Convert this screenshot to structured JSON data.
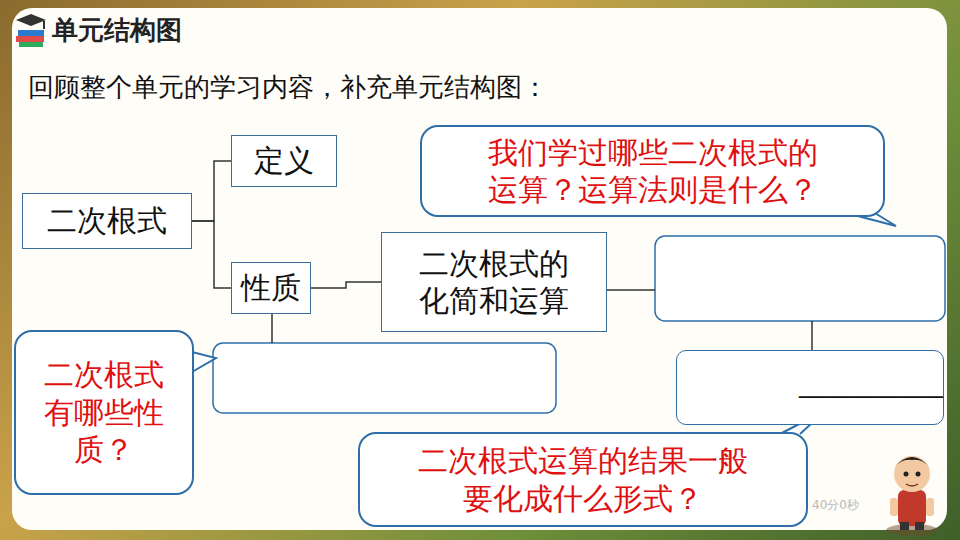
{
  "diagram": {
    "title": "单元结构图",
    "nodes": [
      {
        "text": [
          "二次根式"
        ]
      },
      {
        "text": [
          "定义"
        ]
      },
      {
        "text": [
          "性质"
        ]
      },
      {
        "text": [
          "二次根式的 化简和运算"
        ]
      },
      {
        "text": [
          "我们学过哪些二次根式的 运算？运算法则是什么？"
        ]
      },
      {
        "text": [
          "二次根式 有哪些性 质？"
        ]
      },
      {
        "text": [
          "____________"
        ]
      },
      {
        "text": [
          "二次根式运算的结果一般 要化成什么形式？"
        ]
      }
    ],
    "edges": [
      {
        "from": 0,
        "to": 1,
        "arrow": "none"
      },
      {
        "from": 0,
        "to": 2,
        "arrow": "none"
      },
      {
        "from": 2,
        "to": 3,
        "arrow": "none"
      }
    ],
    "labels": [
      "回顾整个单元的学习内容，补充单元结构图：",
      "40分0秒"
    ]
  }
}
